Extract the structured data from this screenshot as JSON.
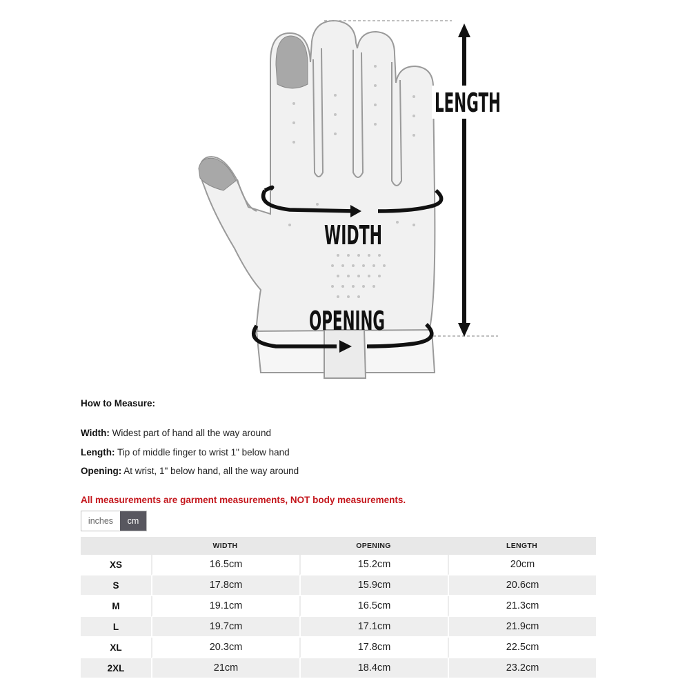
{
  "diagram": {
    "labels": {
      "length": "LENGTH",
      "width": "WIDTH",
      "opening": "OPENING"
    }
  },
  "how_to_measure": {
    "title": "How to Measure:",
    "items": [
      {
        "term": "Width:",
        "text": "Widest part of hand all the way around"
      },
      {
        "term": "Length:",
        "text": "Tip of middle finger to wrist 1\" below hand"
      },
      {
        "term": "Opening:",
        "text": "At wrist, 1\" below hand, all the way around"
      }
    ]
  },
  "warning": "All measurements are garment measurements, NOT body measurements.",
  "unit_toggle": {
    "inches": "inches",
    "cm": "cm",
    "selected": "cm"
  },
  "size_table": {
    "headers": [
      "",
      "WIDTH",
      "OPENING",
      "LENGTH"
    ],
    "rows": [
      [
        "XS",
        "16.5cm",
        "15.2cm",
        "20cm"
      ],
      [
        "S",
        "17.8cm",
        "15.9cm",
        "20.6cm"
      ],
      [
        "M",
        "19.1cm",
        "16.5cm",
        "21.3cm"
      ],
      [
        "L",
        "19.7cm",
        "17.1cm",
        "21.9cm"
      ],
      [
        "XL",
        "20.3cm",
        "17.8cm",
        "22.5cm"
      ],
      [
        "2XL",
        "21cm",
        "18.4cm",
        "23.2cm"
      ]
    ]
  },
  "colors": {
    "warning": "#c4161c",
    "toggle_active": "#58575f",
    "header_bg": "#e8e8e8",
    "row_alt_bg": "#eeeeee"
  }
}
